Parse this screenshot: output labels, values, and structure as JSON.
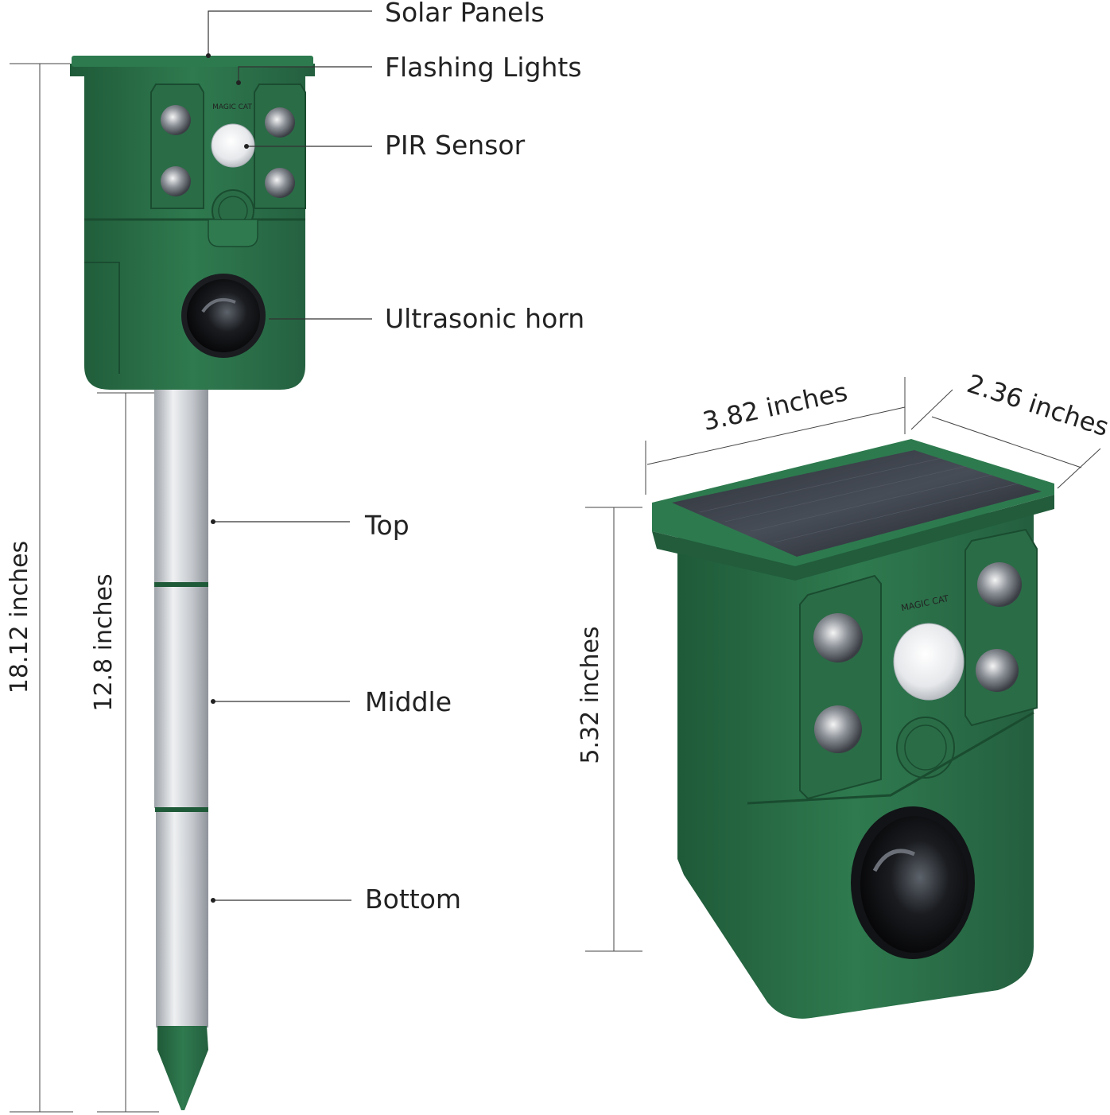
{
  "callouts": {
    "solar_panels": "Solar Panels",
    "flashing_lights": "Flashing Lights",
    "pir_sensor": "PIR Sensor",
    "ultrasonic_horn": "Ultrasonic horn",
    "top": "Top",
    "middle": "Middle",
    "bottom": "Bottom"
  },
  "dimensions": {
    "total_height": "18.12 inches",
    "stake_height": "12.8 inches",
    "width": "3.82 inches",
    "depth": "2.36 inches",
    "body_height": "5.32 inches"
  },
  "brand": {
    "logo_text": "MAGIC CAT"
  },
  "colors": {
    "housing_green": "#2f7a4f",
    "housing_dark": "#1f5a38",
    "stake_silver": "#c9ccd0",
    "line": "#333333",
    "text": "#222222"
  }
}
